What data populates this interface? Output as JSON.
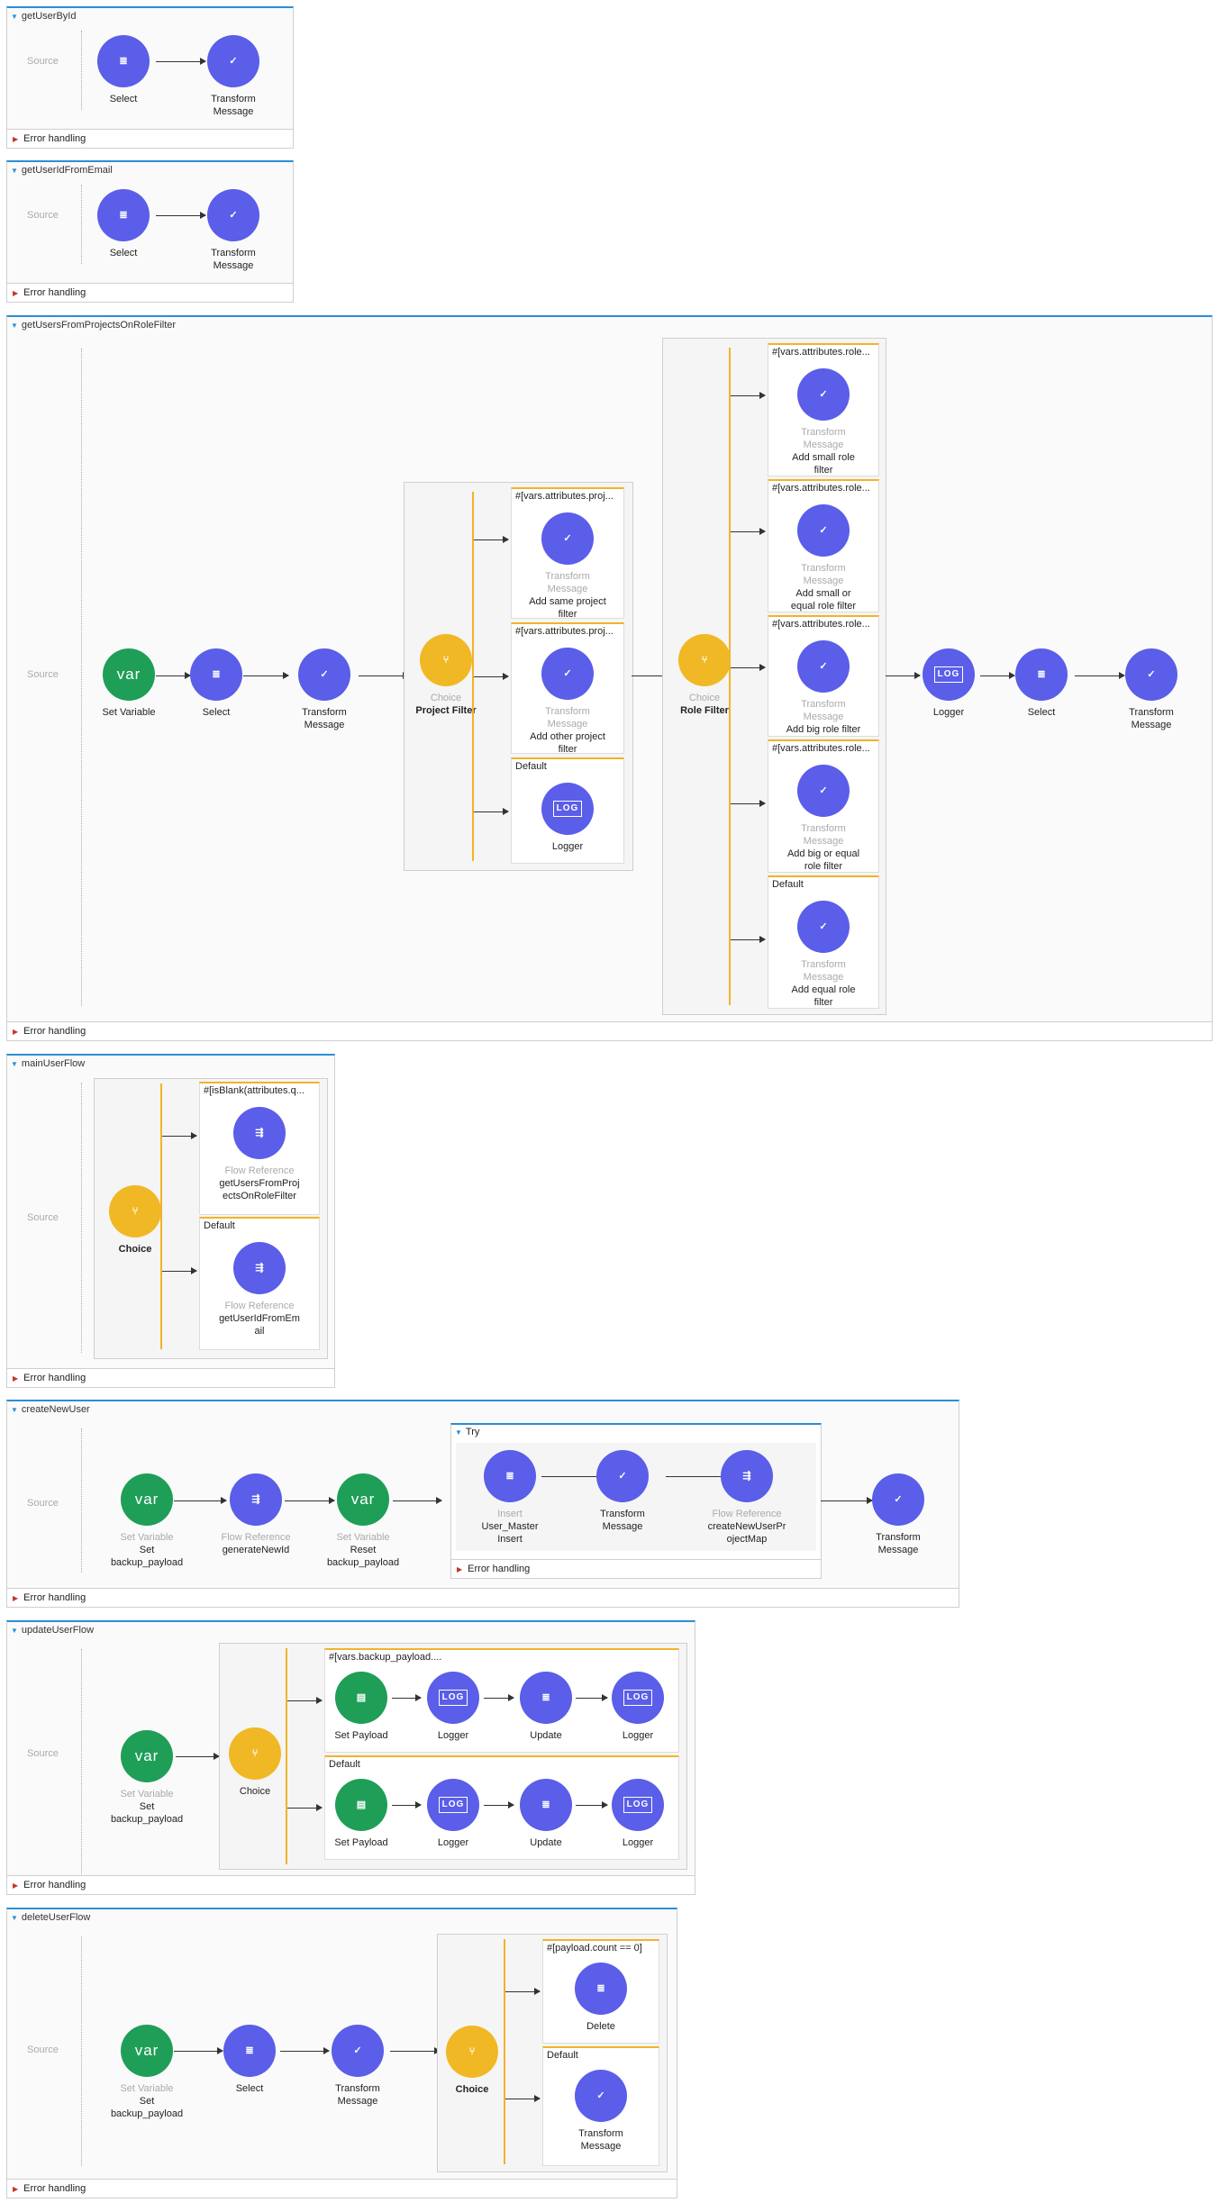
{
  "common": {
    "source": "Source",
    "error_handling": "Error handling"
  },
  "flows": {
    "f1": {
      "title": "getUserById",
      "n1": "Select",
      "n2": "Transform Message"
    },
    "f2": {
      "title": "getUserIdFromEmail",
      "n1": "Select",
      "n2": "Transform Message"
    },
    "f3": {
      "title": "getUsersFromProjectsOnRoleFilter",
      "n1": "Set Variable",
      "n2": "Select",
      "n3": "Transform Message",
      "choice1_sub": "Choice",
      "choice1": "Project Filter",
      "pc1": "#[vars.attributes.proj...",
      "pc1_sub": "Transform Message",
      "pc1_name": "Add same project filter",
      "pc2": "#[vars.attributes.proj...",
      "pc2_sub": "Transform Message",
      "pc2_name": "Add other project filter",
      "pc3": "Default",
      "pc3_name": "Logger",
      "choice2_sub": "Choice",
      "choice2": "Role Filter",
      "rc1": "#[vars.attributes.role...",
      "rc1_sub": "Transform Message",
      "rc1_name": "Add small role filter",
      "rc2": "#[vars.attributes.role...",
      "rc2_sub": "Transform Message",
      "rc2_name": "Add small or equal role filter",
      "rc3": "#[vars.attributes.role...",
      "rc3_sub": "Transform Message",
      "rc3_name": "Add big role filter",
      "rc4": "#[vars.attributes.role...",
      "rc4_sub": "Transform Message",
      "rc4_name": "Add big or equal role filter",
      "rc5": "Default",
      "rc5_sub": "Transform Message",
      "rc5_name": "Add equal role filter",
      "n4": "Logger",
      "n5": "Select",
      "n6": "Transform Message"
    },
    "f4": {
      "title": "mainUserFlow",
      "choice": "Choice",
      "c1": "#[isBlank(attributes.q...",
      "c1_sub": "Flow Reference",
      "c1_name": "getUsersFromProjectsOnRoleFilter",
      "c2": "Default",
      "c2_sub": "Flow Reference",
      "c2_name": "getUserIdFromEmail"
    },
    "f5": {
      "title": "createNewUser",
      "n1_sub": "Set Variable",
      "n1": "Set backup_payload",
      "n2_sub": "Flow Reference",
      "n2": "generateNewId",
      "n3_sub": "Set Variable",
      "n3": "Reset backup_payload",
      "try": "Try",
      "t1_sub": "Insert",
      "t1": "User_Master Insert",
      "t2": "Transform Message",
      "t3_sub": "Flow Reference",
      "t3": "createNewUserProjectMap",
      "n4": "Transform Message"
    },
    "f6": {
      "title": "updateUserFlow",
      "n1_sub": "Set Variable",
      "n1": "Set backup_payload",
      "choice": "Choice",
      "c1": "#[vars.backup_payload....",
      "c1_a": "Set Payload",
      "c1_b": "Logger",
      "c1_c": "Update",
      "c1_d": "Logger",
      "c2": "Default",
      "c2_a": "Set Payload",
      "c2_b": "Logger",
      "c2_c": "Update",
      "c2_d": "Logger"
    },
    "f7": {
      "title": "deleteUserFlow",
      "n1_sub": "Set Variable",
      "n1": "Set backup_payload",
      "n2": "Select",
      "n3": "Transform Message",
      "choice": "Choice",
      "c1": "#[payload.count == 0]",
      "c1_name": "Delete",
      "c2": "Default",
      "c2_name": "Transform Message"
    }
  },
  "icons": {
    "db": "database-icon",
    "tm": "transform-message-icon",
    "var": "var",
    "log": "LOG"
  }
}
